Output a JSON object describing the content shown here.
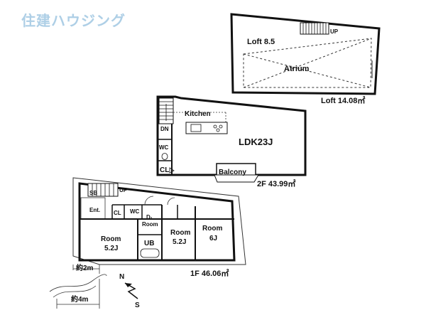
{
  "watermark": {
    "text": "住建ハウジング",
    "color": "#aecfe6"
  },
  "loft": {
    "room_label": "Loft 8.5",
    "atrium_label": "Atrium",
    "stair_label": "UP",
    "area_label": "Loft 14.08㎡"
  },
  "floor2": {
    "kitchen_label": "Kitchen",
    "ldk_label": "LDK23J",
    "balcony_label": "Balcony",
    "stair_label": "DN",
    "wc_label": "WC",
    "closet_label": "CL",
    "area_label": "2F 43.99㎡"
  },
  "floor1": {
    "shoe_box_label": "SB",
    "stair_label": "UP",
    "entrance_label": "Ent.",
    "closet_label": "CL",
    "wc_label": "WC",
    "droom_label_1": "D-",
    "droom_label_2": "Room",
    "room_a_name": "Room",
    "room_a_size": "5.2J",
    "bath_label": "UB",
    "room_b_name": "Room",
    "room_b_size": "5.2J",
    "room_c_name": "Room",
    "room_c_size": "6J",
    "area_label": "1F 46.06㎡"
  },
  "site": {
    "road_width_1": "約2m",
    "road_width_2": "約4m"
  },
  "compass": {
    "north": "N",
    "south": "S"
  }
}
